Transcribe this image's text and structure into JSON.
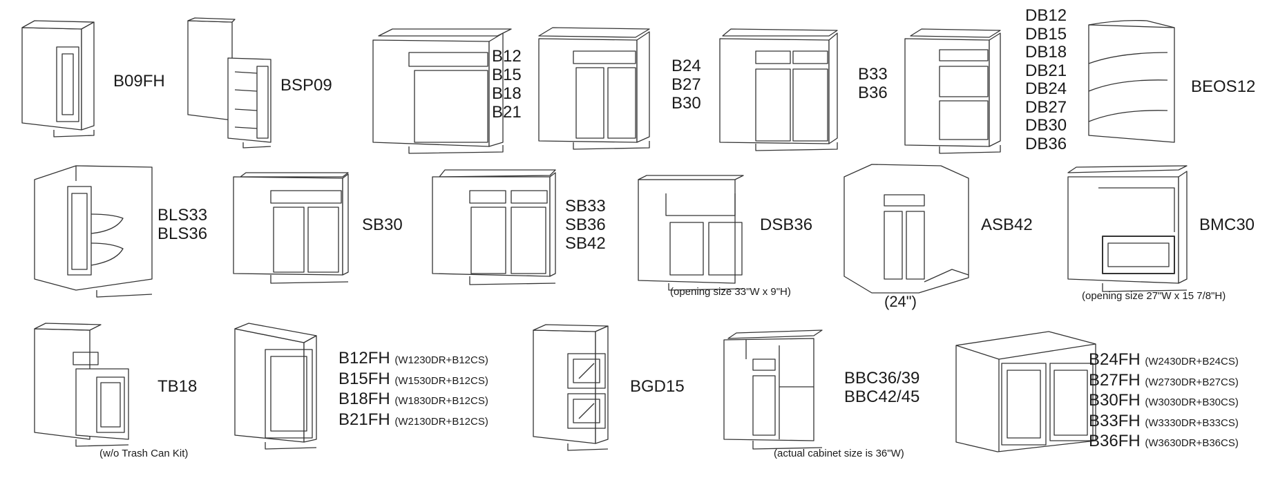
{
  "catalog": {
    "row1": {
      "b09fh": "B09FH",
      "bsp09": "BSP09",
      "b12_group": [
        "B12",
        "B15",
        "B18",
        "B21"
      ],
      "b24_group": [
        "B24",
        "B27",
        "B30"
      ],
      "b33_group": [
        "B33",
        "B36"
      ],
      "db_group": [
        "DB12",
        "DB15",
        "DB18",
        "DB21",
        "DB24",
        "DB27",
        "DB30",
        "DB36"
      ],
      "beos12": "BEOS12"
    },
    "row2": {
      "bls_group": [
        "BLS33",
        "BLS36"
      ],
      "sb30": "SB30",
      "sb_group": [
        "SB33",
        "SB36",
        "SB42"
      ],
      "dsb36": "DSB36",
      "dsb36_note": "(opening size 33\"W x 9\"H)",
      "asb42": "ASB42",
      "asb42_note": "(24\")",
      "bmc30": "BMC30",
      "bmc30_note": "(opening size 27\"W x 15 7/8\"H)"
    },
    "row3": {
      "tb18": "TB18",
      "tb18_note": "(w/o Trash Can Kit)",
      "fh_group": [
        {
          "code": "B12FH",
          "detail": "(W1230DR+B12CS)"
        },
        {
          "code": "B15FH",
          "detail": "(W1530DR+B12CS)"
        },
        {
          "code": "B18FH",
          "detail": "(W1830DR+B12CS)"
        },
        {
          "code": "B21FH",
          "detail": "(W2130DR+B12CS)"
        }
      ],
      "bgd15": "BGD15",
      "bbc_group": [
        "BBC36/39",
        "BBC42/45"
      ],
      "bbc_note": "(actual cabinet size is 36\"W)",
      "fh2_group": [
        {
          "code": "B24FH",
          "detail": "(W2430DR+B24CS)"
        },
        {
          "code": "B27FH",
          "detail": "(W2730DR+B27CS)"
        },
        {
          "code": "B30FH",
          "detail": "(W3030DR+B30CS)"
        },
        {
          "code": "B33FH",
          "detail": "(W3330DR+B33CS)"
        },
        {
          "code": "B36FH",
          "detail": "(W3630DR+B36CS)"
        }
      ]
    }
  }
}
